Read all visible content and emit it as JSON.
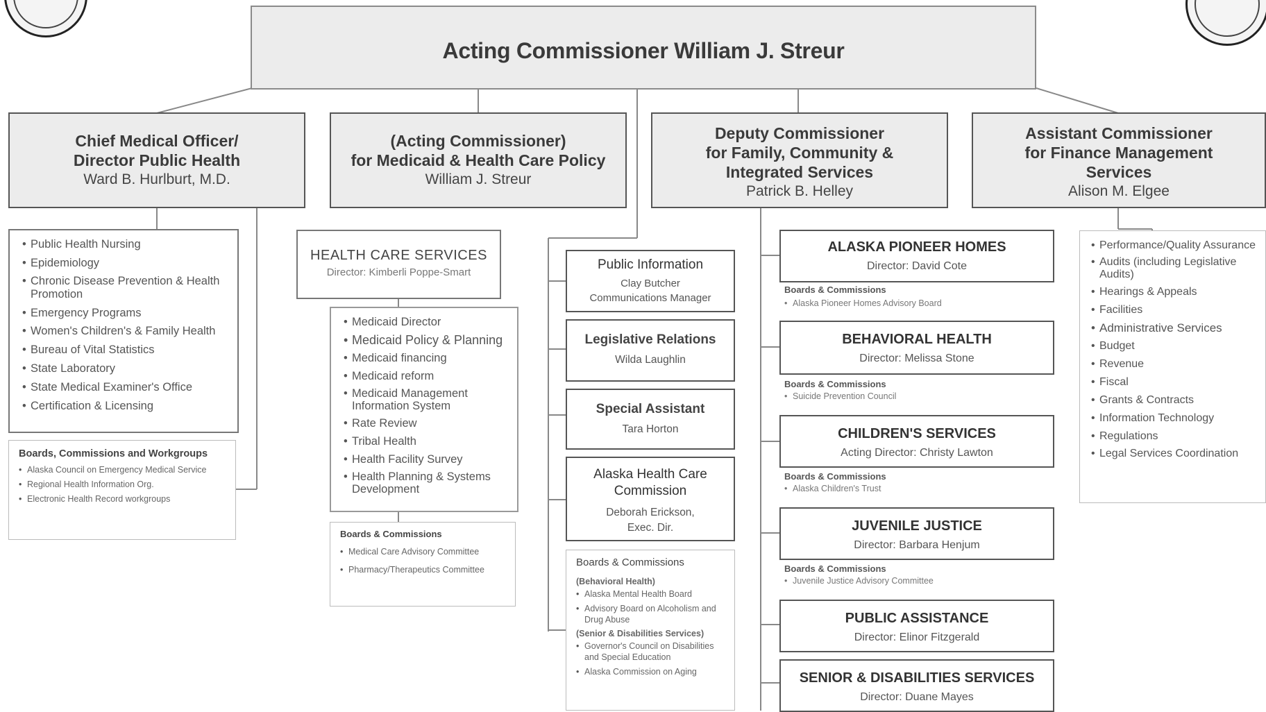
{
  "top": {
    "title": "Acting Commissioner William J. Streur"
  },
  "heads": [
    {
      "title": "Chief Medical Officer/\nDirector Public Health",
      "name": "Ward B. Hurlburt, M.D."
    },
    {
      "title": "(Acting Commissioner)\nfor Medicaid & Health Care Policy",
      "name": "William J. Streur"
    },
    {
      "title": "Deputy Commissioner\nfor Family, Community &\nIntegrated Services",
      "name": "Patrick B. Helley"
    },
    {
      "title": "Assistant Commissioner\nfor Finance Management\nServices",
      "name": "Alison M. Elgee"
    }
  ],
  "public_health": {
    "items": [
      "Public Health Nursing",
      "Epidemiology",
      "Chronic Disease Prevention & Health Promotion",
      "Emergency Programs",
      "Women's Children's & Family Health",
      "Bureau of Vital Statistics",
      "State Laboratory",
      "State Medical Examiner's Office",
      "Certification & Licensing"
    ],
    "boards_title": "Boards, Commissions and Workgroups",
    "boards": [
      "Alaska Council on Emergency Medical Service",
      "Regional Health Information Org.",
      "Electronic Health Record workgroups"
    ]
  },
  "health_care": {
    "title": "HEALTH CARE SERVICES",
    "director": "Director: Kimberli Poppe-Smart",
    "items": [
      "Medicaid Director",
      "Medicaid Policy & Planning",
      "Medicaid financing",
      "Medicaid reform",
      "Medicaid Management Information System",
      "Rate Review",
      "Tribal Health",
      "Health Facility Survey",
      "Health Planning & Systems Development"
    ],
    "boards_title": "Boards & Commissions",
    "boards": [
      "Medical Care Advisory Committee",
      "Pharmacy/Therapeutics Committee"
    ]
  },
  "staff": [
    {
      "title": "Public Information",
      "detail": "Clay Butcher\nCommunications Manager"
    },
    {
      "title": "Legislative Relations",
      "detail": "Wilda Laughlin"
    },
    {
      "title": "Special Assistant",
      "detail": "Tara Horton"
    },
    {
      "title": "Alaska Health Care Commission",
      "detail": "Deborah Erickson,\nExec. Dir."
    }
  ],
  "staff_boards": {
    "title": "Boards & Commissions",
    "group1": "(Behavioral Health)",
    "items1": [
      "Alaska Mental Health Board",
      "Advisory Board on Alcoholism and Drug Abuse"
    ],
    "group2": "(Senior & Disabilities Services)",
    "items2": [
      "Governor's Council on Disabilities and Special Education",
      "Alaska Commission on Aging"
    ]
  },
  "divisions": [
    {
      "title": "ALASKA PIONEER HOMES",
      "director": "Director: David Cote",
      "boards_label": "Boards & Commissions",
      "board": "Alaska Pioneer Homes Advisory Board"
    },
    {
      "title": "BEHAVIORAL HEALTH",
      "director": "Director: Melissa Stone",
      "boards_label": "Boards & Commissions",
      "board": "Suicide Prevention Council"
    },
    {
      "title": "CHILDREN'S SERVICES",
      "director": "Acting Director: Christy Lawton",
      "boards_label": "Boards & Commissions",
      "board": "Alaska Children's Trust"
    },
    {
      "title": "JUVENILE JUSTICE",
      "director": "Director: Barbara Henjum",
      "boards_label": "Boards & Commissions",
      "board": "Juvenile Justice Advisory Committee"
    },
    {
      "title": "PUBLIC ASSISTANCE",
      "director": "Director: Elinor Fitzgerald"
    },
    {
      "title": "SENIOR & DISABILITIES SERVICES",
      "director": "Director: Duane Mayes"
    }
  ],
  "finance": {
    "items": [
      "Performance/Quality Assurance",
      "Audits (including Legislative Audits)",
      "Hearings & Appeals",
      "Facilities",
      "Administrative Services",
      "Budget",
      "Revenue",
      "Fiscal",
      "Grants & Contracts",
      "Information Technology",
      "Regulations",
      "Legal Services Coordination"
    ]
  }
}
